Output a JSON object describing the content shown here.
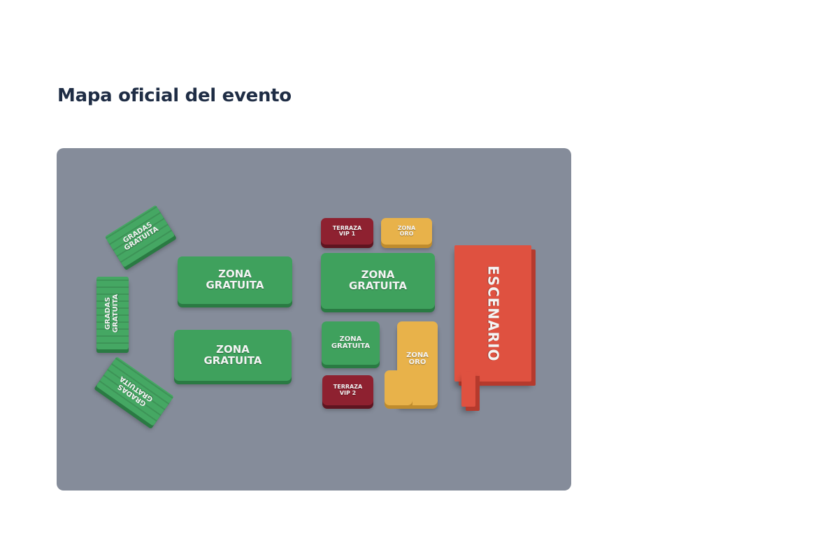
{
  "page": {
    "title": "Mapa oficial del evento"
  },
  "map": {
    "background_color": "#858c9a",
    "colors": {
      "gratuita": "#3fa15d",
      "vip": "#8e2130",
      "oro": "#e8b24a",
      "escenario": "#df5140",
      "title": "#1f2d45"
    },
    "zones": {
      "gradas_top": "GRADAS\nGRATUITA",
      "gradas_middle": "GRADAS\nGRATUITA",
      "gradas_bottom": "GRADAS\nGRATUITA",
      "gratuita_left_top": "ZONA\nGRATUITA",
      "gratuita_left_bottom": "ZONA\nGRATUITA",
      "terraza_vip_1": "TERRAZA\nVIP 1",
      "zona_oro_top": "ZONA\nORO",
      "gratuita_center": "ZONA\nGRATUITA",
      "gratuita_center_small": "ZONA\nGRATUITA",
      "terraza_vip_2": "TERRAZA\nVIP 2",
      "zona_oro_right": "ZONA\nORO",
      "escenario": "ESCENARIO"
    }
  }
}
